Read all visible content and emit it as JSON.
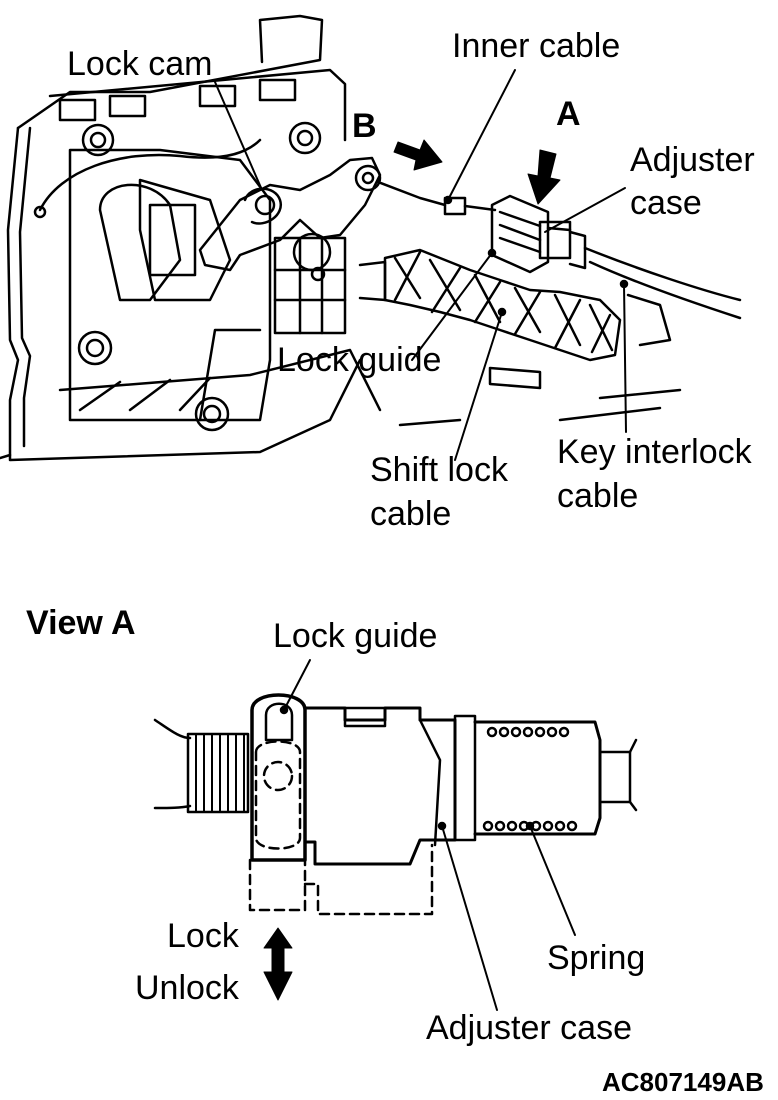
{
  "top_view": {
    "labels": {
      "lock_cam": "Lock cam",
      "inner_cable": "Inner cable",
      "marker_b": "B",
      "marker_a": "A",
      "adjuster_case_line1": "Adjuster",
      "adjuster_case_line2": "case",
      "lock_guide": "Lock guide",
      "shift_lock_cable_line1": "Shift lock",
      "shift_lock_cable_line2": "cable",
      "key_interlock_cable_line1": "Key interlock",
      "key_interlock_cable_line2": "cable"
    }
  },
  "view_a": {
    "title": "View A",
    "labels": {
      "lock_guide": "Lock guide",
      "lock": "Lock",
      "unlock": "Unlock",
      "spring": "Spring",
      "adjuster_case": "Adjuster case"
    }
  },
  "figure_code": "AC807149AB",
  "colors": {
    "line": "#000000",
    "background": "#ffffff"
  }
}
